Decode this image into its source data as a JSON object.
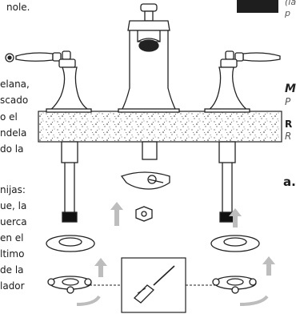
{
  "left_column": {
    "top_fragment": "nole.",
    "lines": [
      "elana,",
      "scado",
      "o      el",
      "ndela",
      "do     la",
      "nijas:",
      "ue, la",
      "uerca",
      "en el",
      "ltimo",
      "de   la",
      "lador"
    ]
  },
  "right_column": {
    "italic_top": [
      "(la",
      "p"
    ],
    "m_letter": "M",
    "p_letter": "P",
    "r_letter": "R",
    "r_italic": "R",
    "a_letter": "a."
  }
}
